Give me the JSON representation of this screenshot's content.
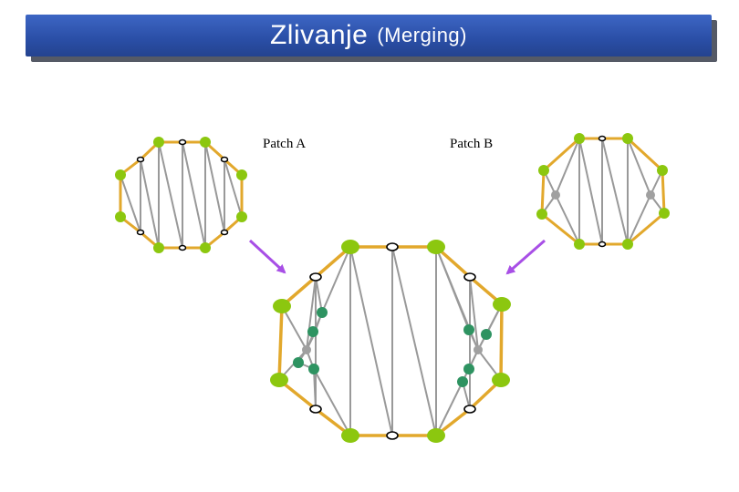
{
  "title": {
    "main": "Zlivanje",
    "sub": "(Merging)"
  },
  "labels": {
    "patch_a": "Patch A",
    "patch_b": "Patch B"
  },
  "colors": {
    "title_bar": "#2a4ea6",
    "boundary": "#e2a82c",
    "edge": "#999999",
    "vertex_green": "#8cc70f",
    "vertex_teal": "#2e9361",
    "vertex_gray": "#a0a0a0",
    "arrow": "#a84fe6"
  }
}
